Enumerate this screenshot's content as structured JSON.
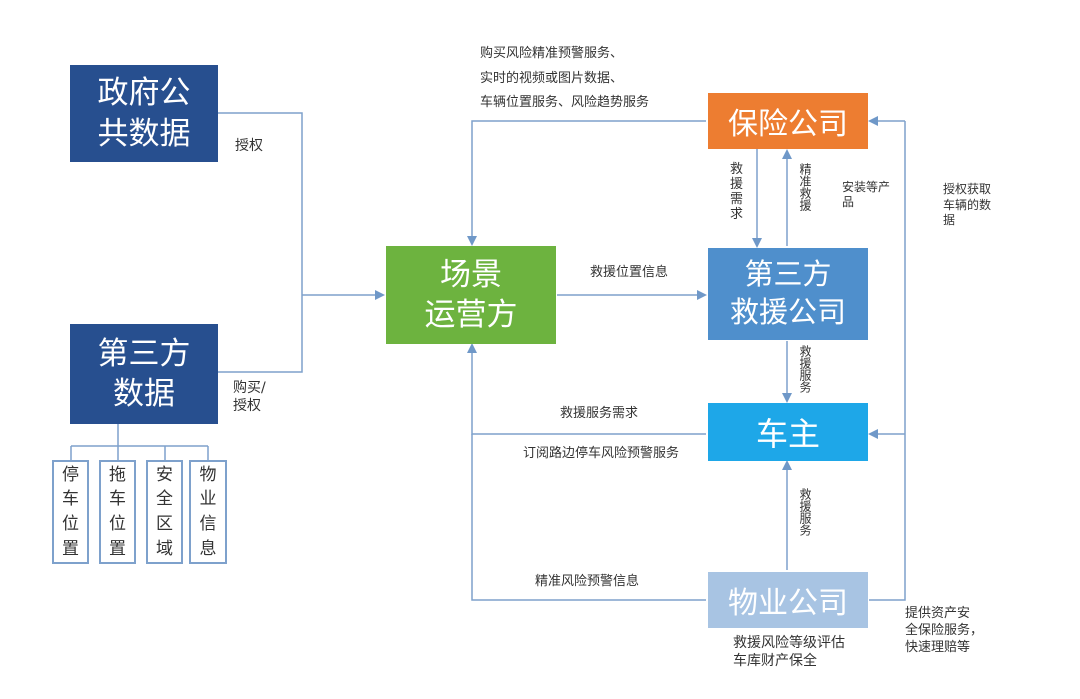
{
  "nodes": {
    "gov": {
      "label": "政府公\n共数据",
      "color": "#274f8f"
    },
    "third_data": {
      "label": "第三方\n数据",
      "color": "#274f8f"
    },
    "scene": {
      "label": "场景\n运营方",
      "color": "#6db33f"
    },
    "insurance": {
      "label": "保险公司",
      "color": "#ed7d31"
    },
    "rescue": {
      "label": "第三方\n救援公司",
      "color": "#4f8fcc"
    },
    "owner": {
      "label": "车主",
      "color": "#1ea7e8"
    },
    "property": {
      "label": "物业公司",
      "color": "#a8c4e3"
    }
  },
  "sub_items": [
    "停\n车\n位\n置",
    "拖\n车\n位\n置",
    "安\n全\n区\n域",
    "物\n业\n信\n息"
  ],
  "labels": {
    "authorize": "授权",
    "buy_authorize": "购买/\n授权",
    "insurance_services": "购买风险精准预警服务、\n实时的视频或图片数据、\n车辆位置服务、风险趋势服务",
    "rescue_location": "救援位置信息",
    "rescue_demand_owner": "救援服务需求",
    "subscribe": "订阅路边停车风险预警服务",
    "precise_warning": "精准风险预警信息",
    "install_products": "安装等产\n品",
    "auth_vehicle": "授权获取\n车辆的数\n据",
    "asset_security": "提供资产安\n全保险服务，\n快速理赔等",
    "property_eval": "救援风险等级评估\n车库财产保全",
    "rescue_demand_v": "救\n援\n需\n求",
    "precise_rescue_v": "精准救援",
    "rescue_service_v1": "救援服务",
    "rescue_service_v2": "救援服务"
  }
}
